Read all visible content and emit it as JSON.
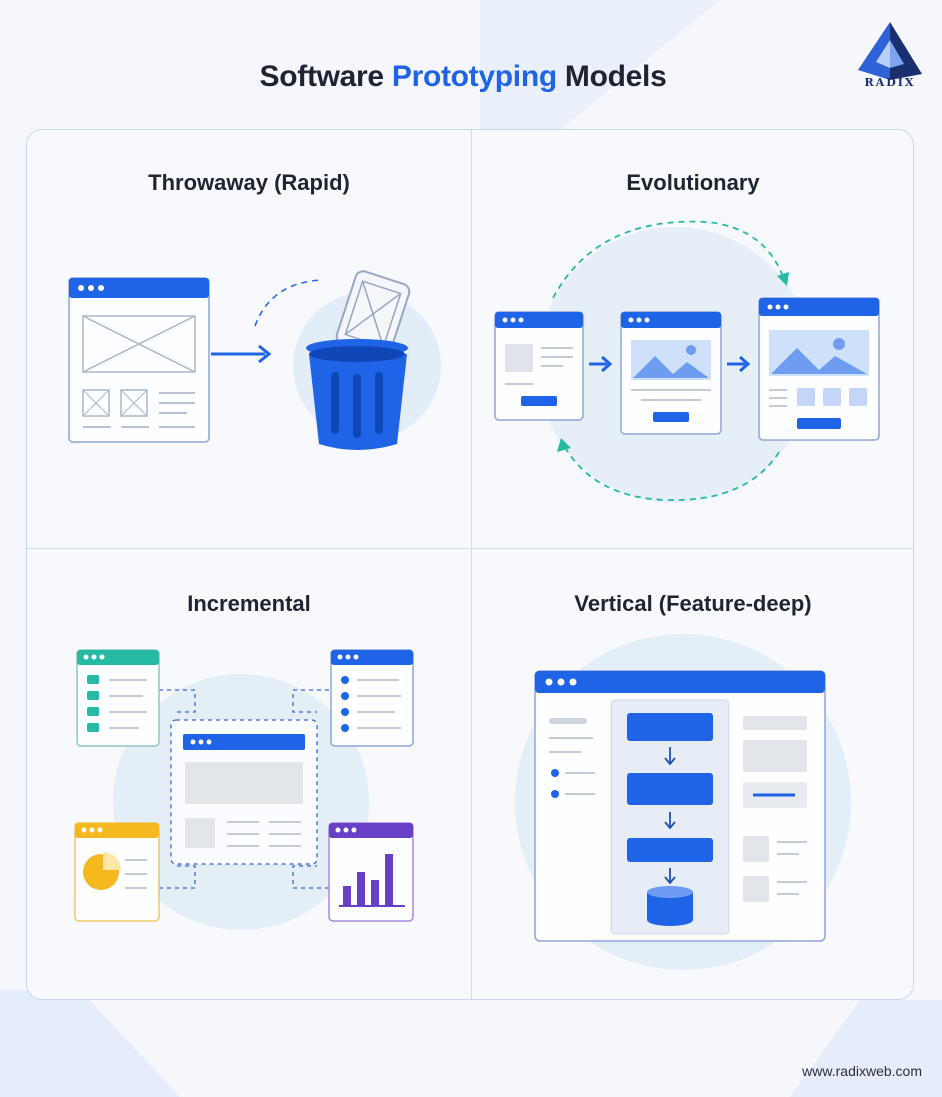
{
  "title": {
    "part1": "Software",
    "accent": "Prototyping",
    "part2": "Models"
  },
  "logo": {
    "text": "RADIX"
  },
  "quadrants": [
    {
      "title": "Throwaway (Rapid)"
    },
    {
      "title": "Evolutionary"
    },
    {
      "title": "Incremental"
    },
    {
      "title": "Vertical (Feature-deep)"
    }
  ],
  "footer": {
    "url": "www.radixweb.com"
  },
  "colors": {
    "brand_blue": "#1f63e6",
    "teal": "#26b9a4",
    "yellow": "#f5b81e",
    "purple": "#6a3fc8",
    "text_dark": "#1f2430"
  }
}
